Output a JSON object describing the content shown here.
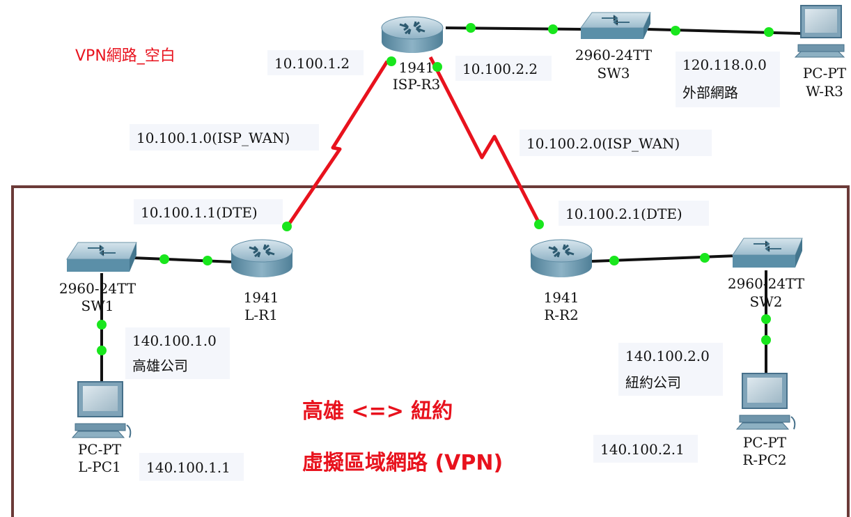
{
  "title": "VPN網路_空白",
  "vpn_label": {
    "line1": "高雄 <=> 紐約",
    "line2": "虛擬區域網路 (VPN)"
  },
  "devices": {
    "isp_r3": {
      "model": "1941",
      "name": "ISP-R3",
      "type": "router-icon"
    },
    "sw3": {
      "model": "2960-24TT",
      "name": "SW3",
      "type": "switch-icon"
    },
    "w_r3": {
      "model": "PC-PT",
      "name": "W-R3",
      "type": "pc-icon"
    },
    "l_r1": {
      "model": "1941",
      "name": "L-R1",
      "type": "router-icon"
    },
    "r_r2": {
      "model": "1941",
      "name": "R-R2",
      "type": "router-icon"
    },
    "sw1": {
      "model": "2960-24TT",
      "name": "SW1",
      "type": "switch-icon"
    },
    "sw2": {
      "model": "2960-24TT",
      "name": "SW2",
      "type": "switch-icon"
    },
    "l_pc1": {
      "model": "PC-PT",
      "name": "L-PC1",
      "type": "pc-icon"
    },
    "r_pc2": {
      "model": "PC-PT",
      "name": "R-PC2",
      "type": "pc-icon"
    }
  },
  "labels": {
    "ip_isp_left": "10.100.1.2",
    "ip_isp_right": "10.100.2.2",
    "ext_net": "120.118.0.0",
    "ext_net_name": "外部網路",
    "wan_left": "10.100.1.0(ISP_WAN)",
    "wan_right": "10.100.2.0(ISP_WAN)",
    "dte_left": "10.100.1.1(DTE)",
    "dte_right": "10.100.2.1(DTE)",
    "lan_left": "140.100.1.0",
    "lan_left_name": "高雄公司",
    "lan_right": "140.100.2.0",
    "lan_right_name": "紐約公司",
    "pc_left_ip": "140.100.1.1",
    "pc_right_ip": "140.100.2.1"
  },
  "colors": {
    "serial_link": "#e8121d",
    "ethernet_link": "#111111",
    "link_status": "#19e61d",
    "vpn_border": "#6b3a38",
    "device_blue": "#5b8fa8"
  }
}
